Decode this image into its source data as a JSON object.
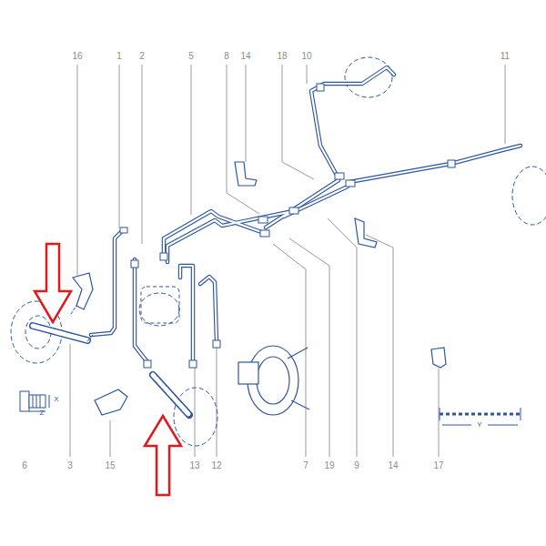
{
  "diagram": {
    "labels": [
      "16",
      "1",
      "2",
      "5",
      "8",
      "14",
      "18",
      "10",
      "11",
      "6",
      "3",
      "15",
      "13",
      "12",
      "7",
      "19",
      "9",
      "14",
      "17",
      "X",
      "Z",
      "Y"
    ]
  }
}
